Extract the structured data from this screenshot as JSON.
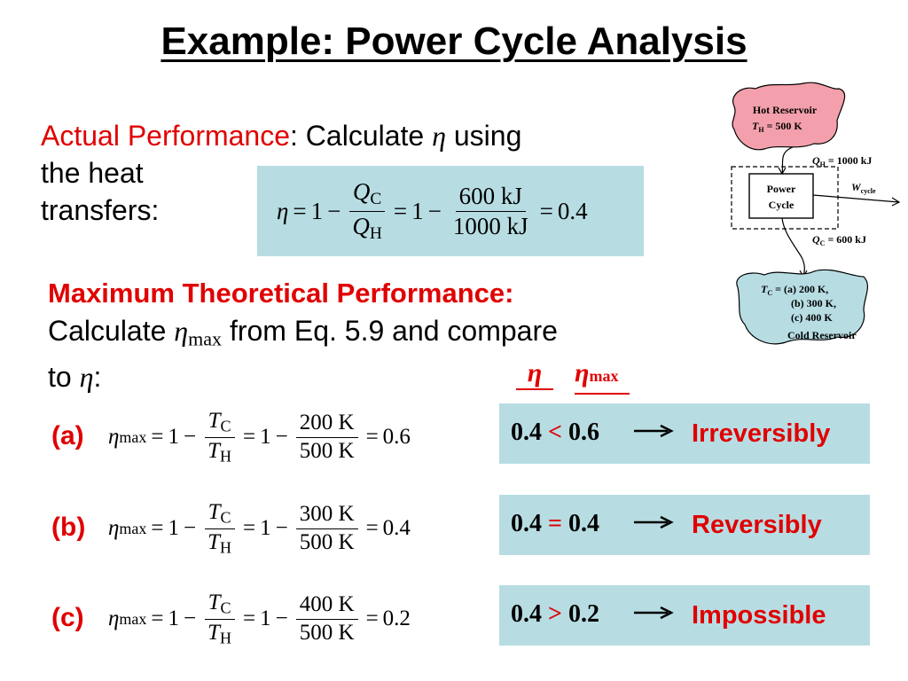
{
  "title": "Example:  Power Cycle Analysis",
  "actual": {
    "heading": "Actual Performance",
    "text_line1": ":  Calculate ",
    "eta": "η",
    "text_line1b": " using",
    "text_line2": "the heat",
    "text_line3": "transfers:",
    "equation": {
      "lhs": "η",
      "one": "1",
      "q_c": "Q",
      "q_c_sub": "C",
      "q_h": "Q",
      "q_h_sub": "H",
      "num": "600 kJ",
      "den": "1000 kJ",
      "result": "0.4"
    }
  },
  "max_section": {
    "heading": "Maximum Theoretical Performance:",
    "line2_a": "Calculate ",
    "eta": "η",
    "eta_sub": "max",
    "line2_b": " from Eq. 5.9 and compare",
    "line3_a": "to ",
    "line3_b": ":"
  },
  "compare_header": {
    "eta": "η",
    "eta_max": "η",
    "eta_max_sub": "max"
  },
  "cases": [
    {
      "label": "(a)",
      "tc_num": "200 K",
      "th_den": "500 K",
      "value": "0.6",
      "cmp_left": "0.4",
      "op": "<",
      "cmp_right": "0.6",
      "verdict": "Irreversibly"
    },
    {
      "label": "(b)",
      "tc_num": "300 K",
      "th_den": "500 K",
      "value": "0.4",
      "cmp_left": "0.4",
      "op": "=",
      "cmp_right": "0.4",
      "verdict": "Reversibly"
    },
    {
      "label": "(c)",
      "tc_num": "400 K",
      "th_den": "500 K",
      "value": "0.2",
      "cmp_left": "0.4",
      "op": ">",
      "cmp_right": "0.2",
      "verdict": "Impossible"
    }
  ],
  "case_eq": {
    "eta": "η",
    "eta_sub": "max",
    "one": "1",
    "t": "T",
    "tc_sub": "C",
    "th_sub": "H"
  },
  "diagram": {
    "hot_reservoir": "Hot Reservoir",
    "th_label": "T",
    "th_sub": "H",
    "th_value": " = 500 K",
    "qh_label": "Q",
    "qh_sub": "H",
    "qh_value": " = 1000 kJ",
    "power": "Power",
    "cycle": "Cycle",
    "w_label": "W",
    "w_sub": "cycle",
    "qc_label": "Q",
    "qc_sub": "C",
    "qc_value": " = 600 kJ",
    "tc_label": "T",
    "tc_sub": "C",
    "tc_value": " = (a) 200 K,",
    "tc_b": "(b) 300 K,",
    "tc_c": "(c) 400 K",
    "cold_reservoir": "Cold Reservoir",
    "colors": {
      "hot": "#f4a0ac",
      "cold": "#b7dde3"
    }
  }
}
